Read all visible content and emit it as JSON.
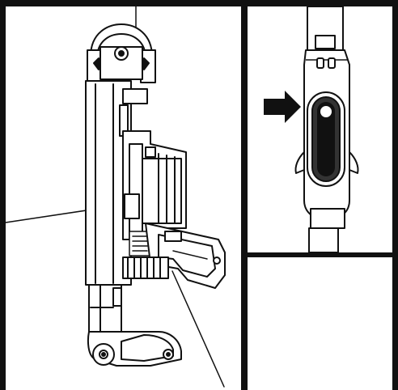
{
  "figure": {
    "panels": [
      {
        "id": "left",
        "content": "vacuum-side-view-illustration"
      },
      {
        "id": "top-right",
        "content": "handle-button-closeup-illustration"
      },
      {
        "id": "bottom-right",
        "content": "empty"
      }
    ],
    "icons": [
      "arrow-right-icon"
    ],
    "colors": {
      "ink": "#111111",
      "button": "#333333",
      "paper": "#ffffff"
    }
  }
}
